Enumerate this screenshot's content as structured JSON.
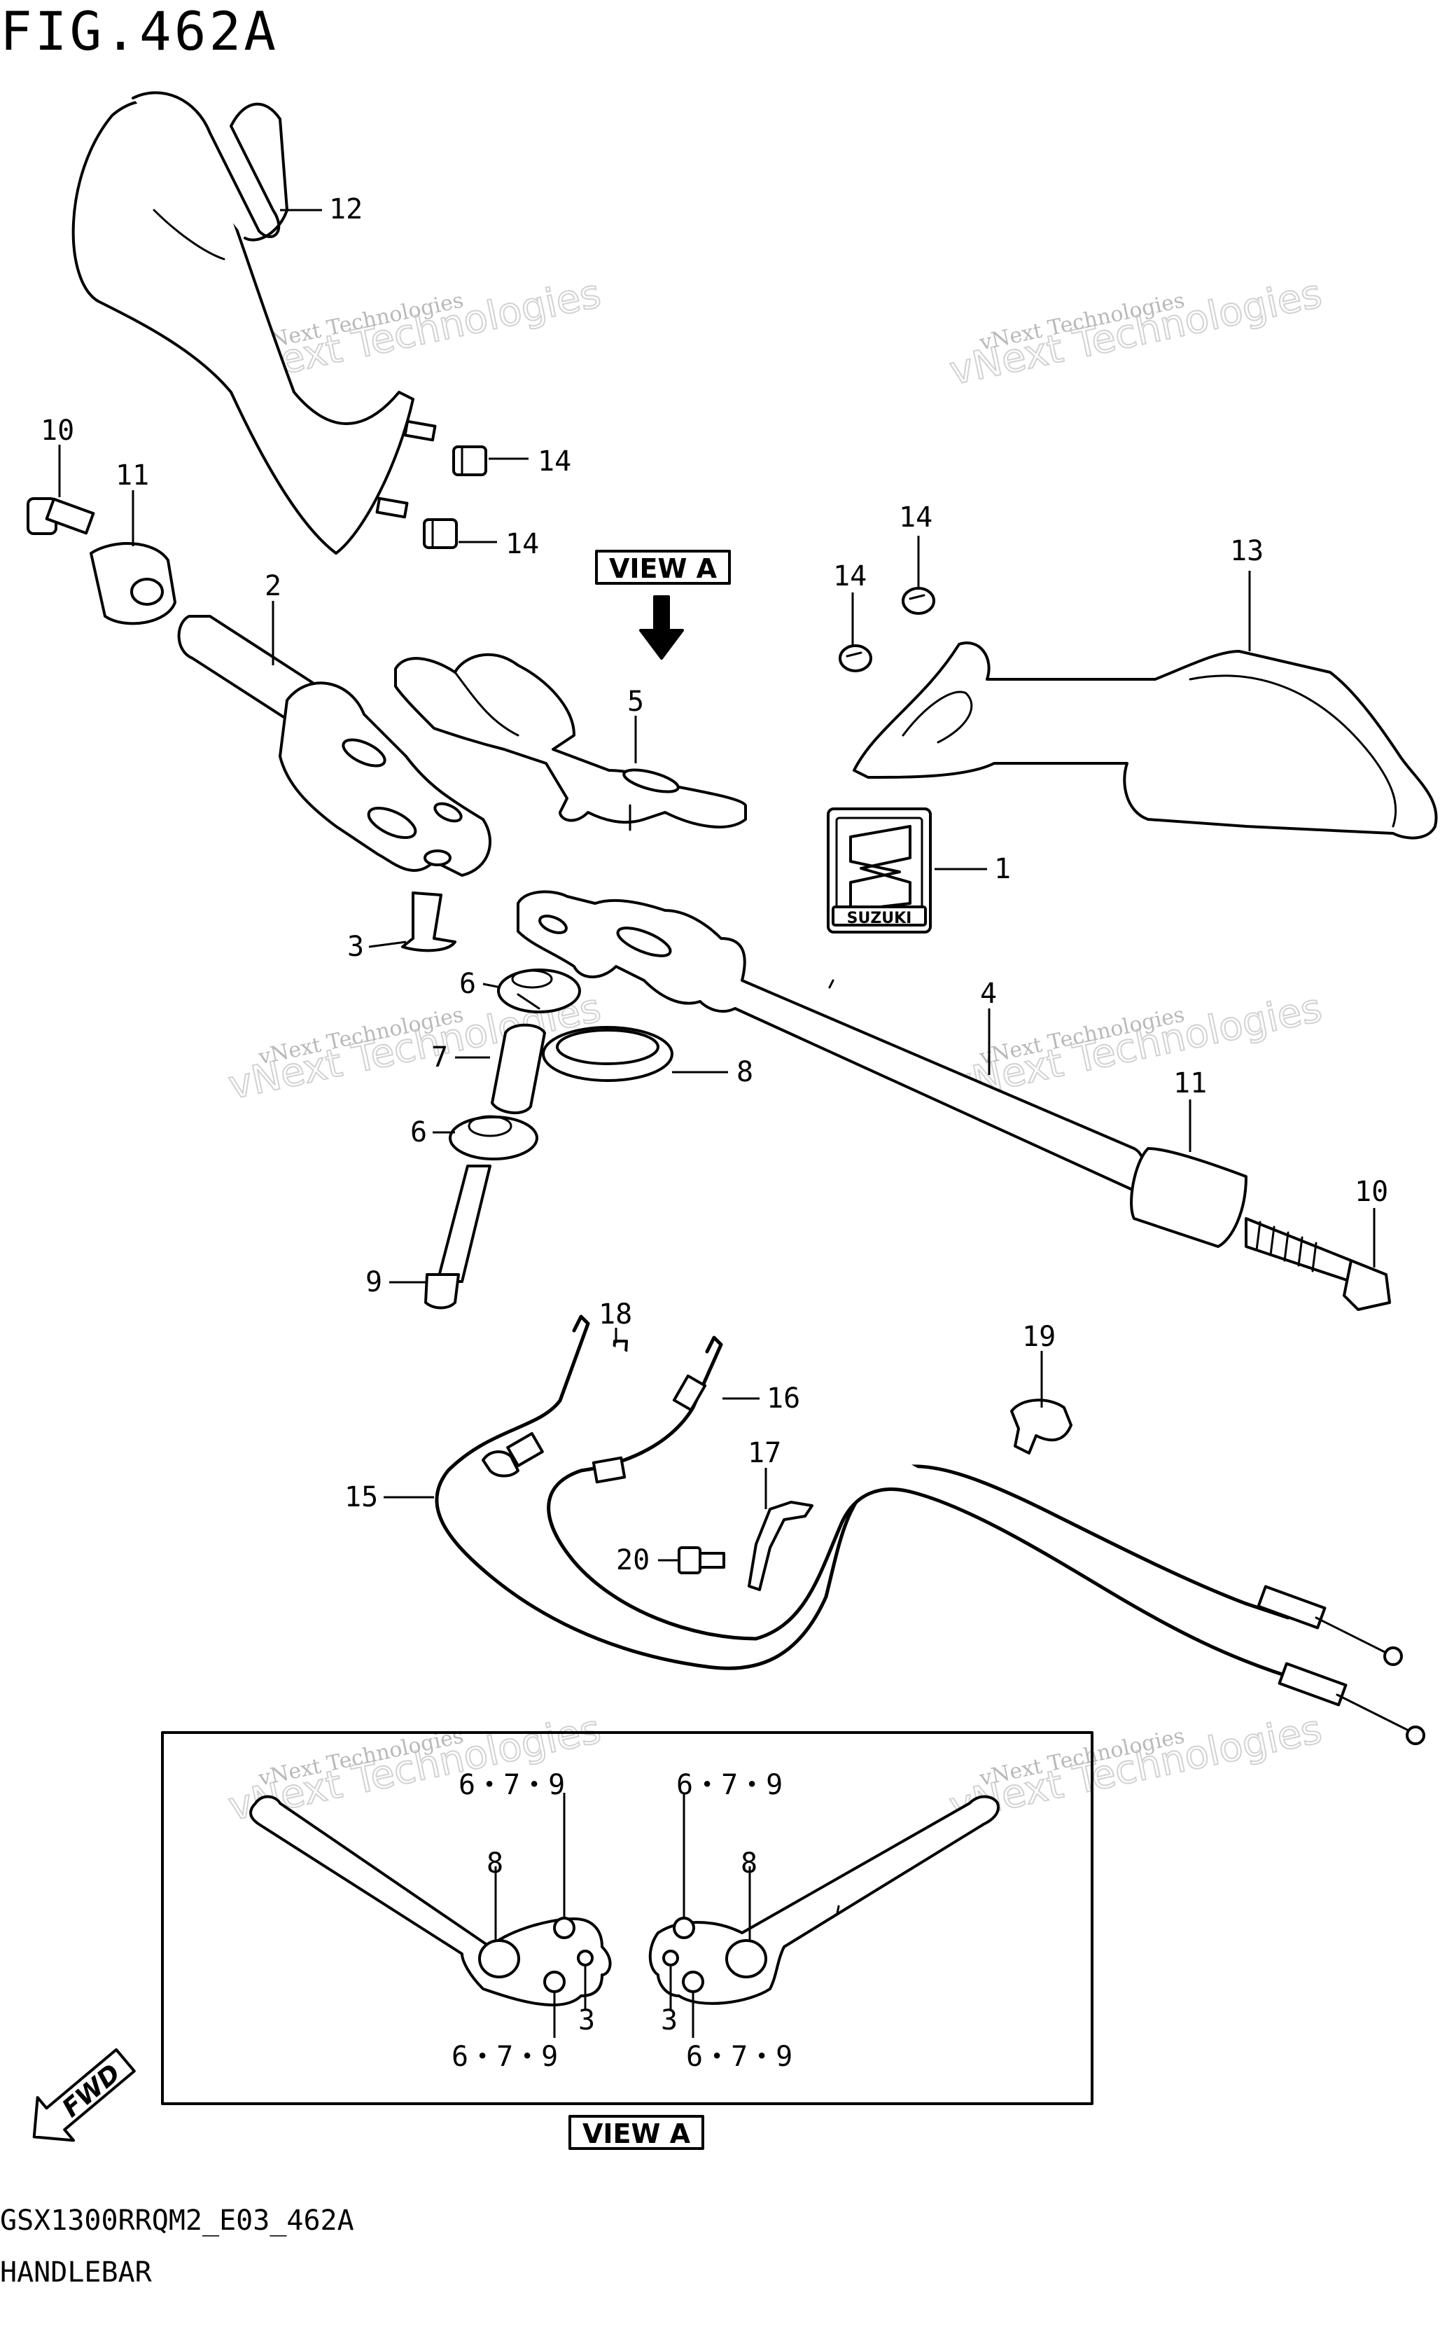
{
  "figure": {
    "title": "FIG.462A",
    "model_code": "GSX1300RRQM2_E03_462A",
    "section_name": "HANDLEBAR"
  },
  "view_labels": {
    "view_a_top": "VIEW A",
    "view_a_bottom": "VIEW A",
    "fwd": "FWD"
  },
  "watermark": {
    "line1": "vNext Technologies",
    "line2": "vNext Technologies"
  },
  "callouts": [
    {
      "id": "c12",
      "text": "12"
    },
    {
      "id": "c14a",
      "text": "14"
    },
    {
      "id": "c14b",
      "text": "14"
    },
    {
      "id": "c10a",
      "text": "10"
    },
    {
      "id": "c11a",
      "text": "11"
    },
    {
      "id": "c2",
      "text": "2"
    },
    {
      "id": "c14c",
      "text": "14"
    },
    {
      "id": "c14d",
      "text": "14"
    },
    {
      "id": "c13",
      "text": "13"
    },
    {
      "id": "c5",
      "text": "5"
    },
    {
      "id": "c1",
      "text": "1"
    },
    {
      "id": "c3",
      "text": "3"
    },
    {
      "id": "c6a",
      "text": "6"
    },
    {
      "id": "c4",
      "text": "4"
    },
    {
      "id": "c7",
      "text": "7"
    },
    {
      "id": "c8",
      "text": "8"
    },
    {
      "id": "c11b",
      "text": "11"
    },
    {
      "id": "c6b",
      "text": "6"
    },
    {
      "id": "c10b",
      "text": "10"
    },
    {
      "id": "c9",
      "text": "9"
    },
    {
      "id": "c18",
      "text": "18"
    },
    {
      "id": "c16",
      "text": "16"
    },
    {
      "id": "c19",
      "text": "19"
    },
    {
      "id": "c17",
      "text": "17"
    },
    {
      "id": "c15",
      "text": "15"
    },
    {
      "id": "c20",
      "text": "20"
    }
  ],
  "view_a_callouts": [
    {
      "id": "va1",
      "text": "6・7・9"
    },
    {
      "id": "va2",
      "text": "8"
    },
    {
      "id": "va3",
      "text": "3"
    },
    {
      "id": "va4",
      "text": "6・7・9"
    },
    {
      "id": "va5",
      "text": "6・7・9"
    },
    {
      "id": "va6",
      "text": "8"
    },
    {
      "id": "va7",
      "text": "3"
    },
    {
      "id": "va8",
      "text": "6・7・9"
    }
  ],
  "emblem_text": "SUZUKI"
}
